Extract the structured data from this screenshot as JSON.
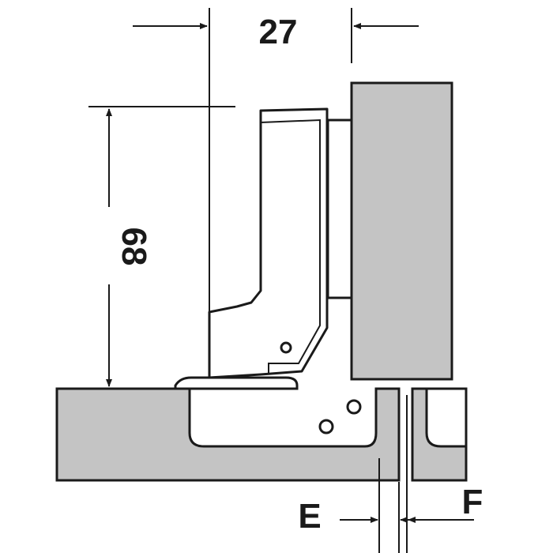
{
  "dimensions": {
    "width_label": "27",
    "height_label": "68",
    "e_label": "E",
    "f_label": "F"
  },
  "colors": {
    "panel_fill": "#c4c4c4",
    "line": "#1a1a1a",
    "background": "#ffffff"
  }
}
